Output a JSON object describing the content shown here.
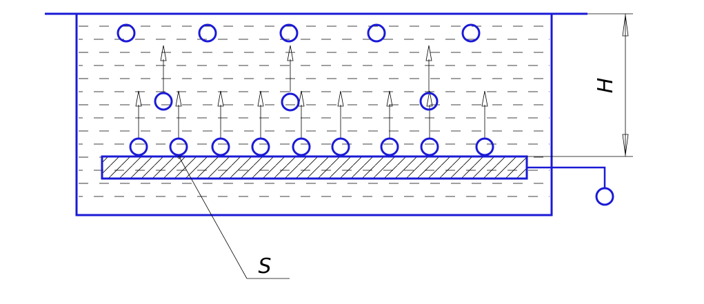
{
  "labels": {
    "height": "H",
    "area": "S"
  },
  "colors": {
    "outline": "#1a1ad6",
    "bubble": "#1a1ad6",
    "liquid_dash": "#000000",
    "arrow": "#000000",
    "background": "#ffffff"
  },
  "icons": {
    "bubble": "circle-outline",
    "arrow": "up-arrow",
    "dimension": "double-headed-arrow",
    "electrode_terminal": "circle-terminal",
    "plate": "hatched-rectangle"
  }
}
